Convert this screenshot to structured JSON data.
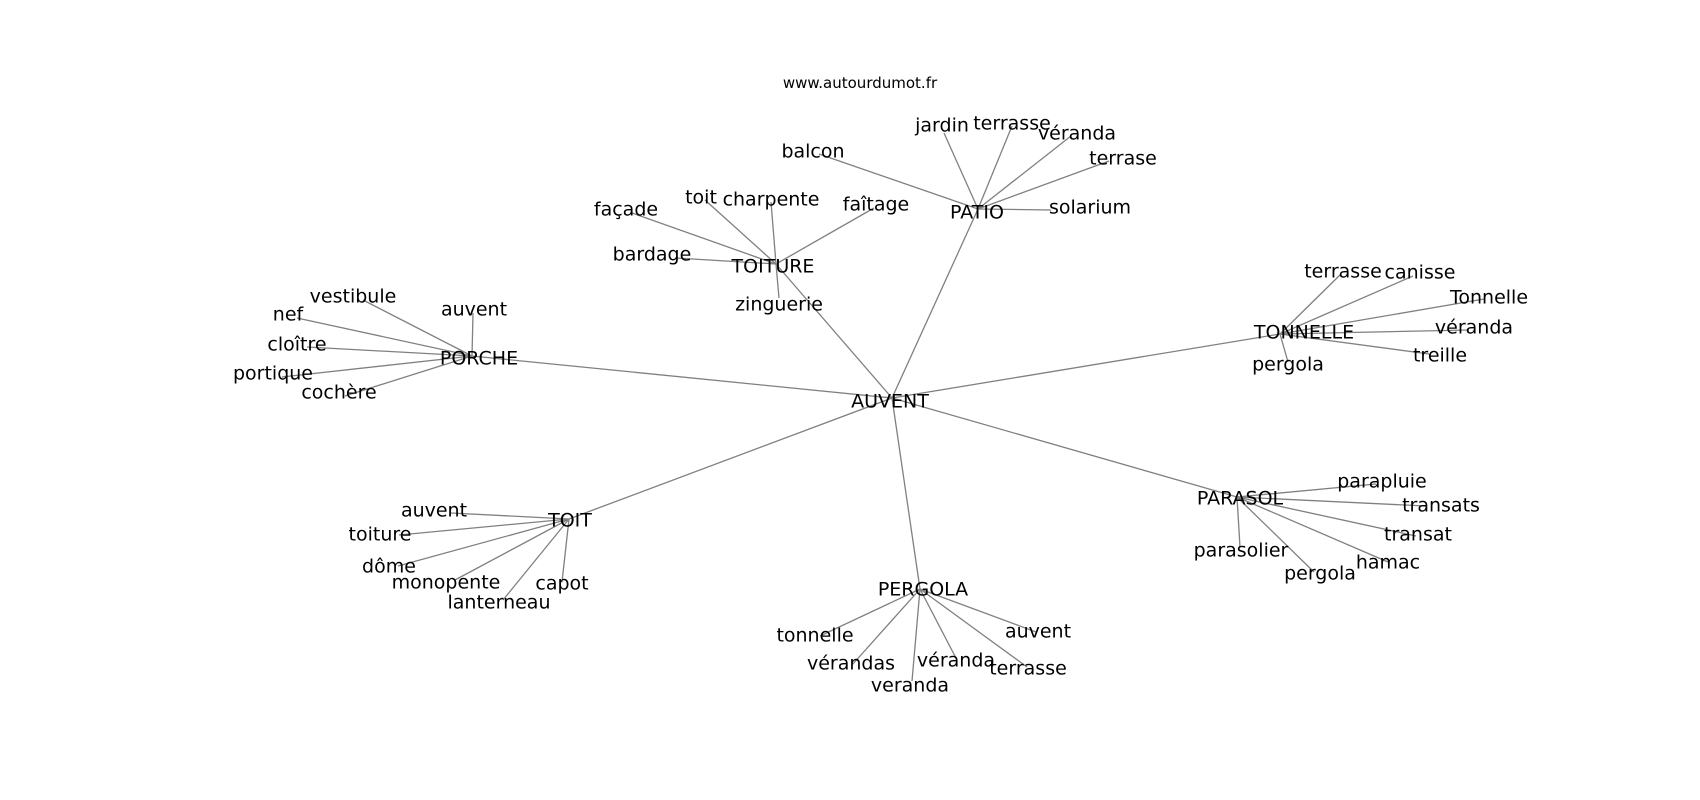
{
  "watermark": "www.autourdumot.fr",
  "edge_color": "#808080",
  "center": "AUVENT",
  "clusters": [
    {
      "id": "patio",
      "label": "PATIO",
      "leaves": [
        "balcon",
        "jardin",
        "terrasse",
        "véranda",
        "terrase",
        "solarium"
      ]
    },
    {
      "id": "toiture",
      "label": "TOITURE",
      "leaves": [
        "façade",
        "toit",
        "charpente",
        "faîtage",
        "bardage",
        "zinguerie"
      ]
    },
    {
      "id": "porche",
      "label": "PORCHE",
      "leaves": [
        "vestibule",
        "nef",
        "auvent",
        "cloître",
        "portique",
        "cochère"
      ]
    },
    {
      "id": "tonnelle",
      "label": "TONNELLE",
      "leaves": [
        "terrasse",
        "canisse",
        "Tonnelle",
        "véranda",
        "pergola",
        "treille"
      ]
    },
    {
      "id": "parasol",
      "label": "PARASOL",
      "leaves": [
        "parapluie",
        "transats",
        "transat",
        "hamac",
        "pergola",
        "parasolier"
      ]
    },
    {
      "id": "toit",
      "label": "TOIT",
      "leaves": [
        "auvent",
        "toiture",
        "dôme",
        "monopente",
        "lanterneau",
        "capot"
      ]
    },
    {
      "id": "pergola",
      "label": "PERGOLA",
      "leaves": [
        "tonnelle",
        "auvent",
        "vérandas",
        "véranda",
        "terrasse",
        "veranda"
      ]
    }
  ]
}
